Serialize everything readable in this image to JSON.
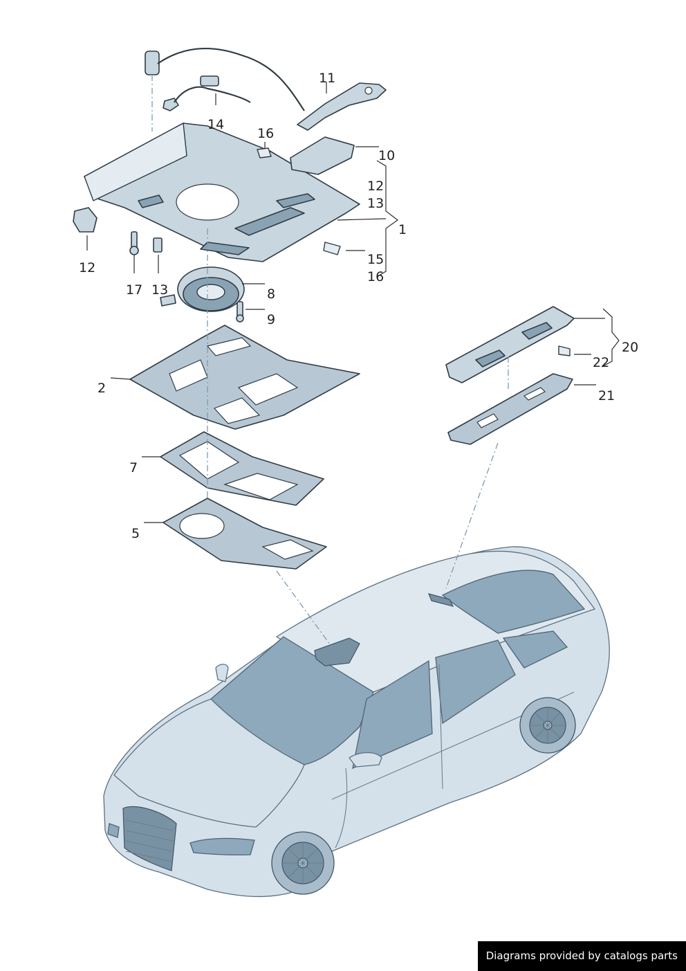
{
  "callouts": {
    "c1": "1",
    "c2": "2",
    "c5": "5",
    "c7": "7",
    "c8": "8",
    "c9": "9",
    "c10": "10",
    "c11": "11",
    "c12_right": "12",
    "c12_left": "12",
    "c13_right": "13",
    "c13_left": "13",
    "c14": "14",
    "c15": "15",
    "c16_top": "16",
    "c16_bottom": "16",
    "c17": "17",
    "c20": "20",
    "c21": "21",
    "c22": "22"
  },
  "watermark": {
    "text": "Diagrams provided by catalogs parts"
  },
  "colors": {
    "part_fill": "#c8d6e0",
    "car_fill": "#d5e1ea",
    "glass": "#8ea9bb",
    "outline": "#2f3b44"
  }
}
